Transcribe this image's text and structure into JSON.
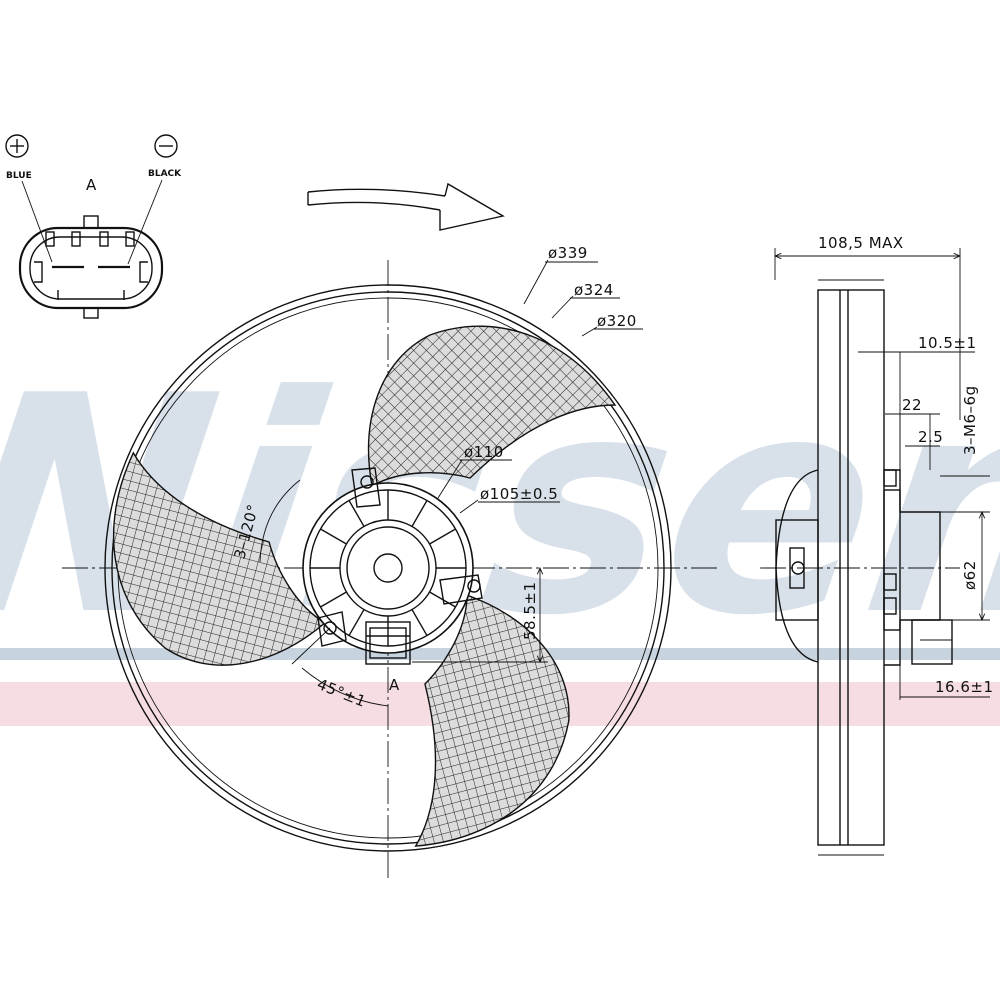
{
  "watermark": {
    "text": "Nissens",
    "registered": "®",
    "band_colors": [
      "#c7d3df",
      "#f1c9d1"
    ]
  },
  "connector": {
    "positive_symbol": "+",
    "negative_symbol": "−",
    "positive_label": "BLUE",
    "negative_label": "BLACK",
    "view_label": "A"
  },
  "front_view": {
    "rotation_arrow": "clockwise",
    "diameters": {
      "outer": "ø339",
      "ring": "ø324",
      "blade": "ø320",
      "hub": "ø110",
      "hub_inner": "ø105±0.5"
    },
    "bolt_pattern": "3–120°",
    "angle": "45°±1",
    "offset": "58.5±1",
    "view_marker": "A"
  },
  "side_view": {
    "max_depth": "108,5 MAX",
    "depth_1": "10.5±1",
    "thread": "3–M6–6g",
    "dim_22": "22",
    "dim_2_5": "2.5",
    "motor_dia": "ø62",
    "dim_16_6": "16.6±1"
  }
}
